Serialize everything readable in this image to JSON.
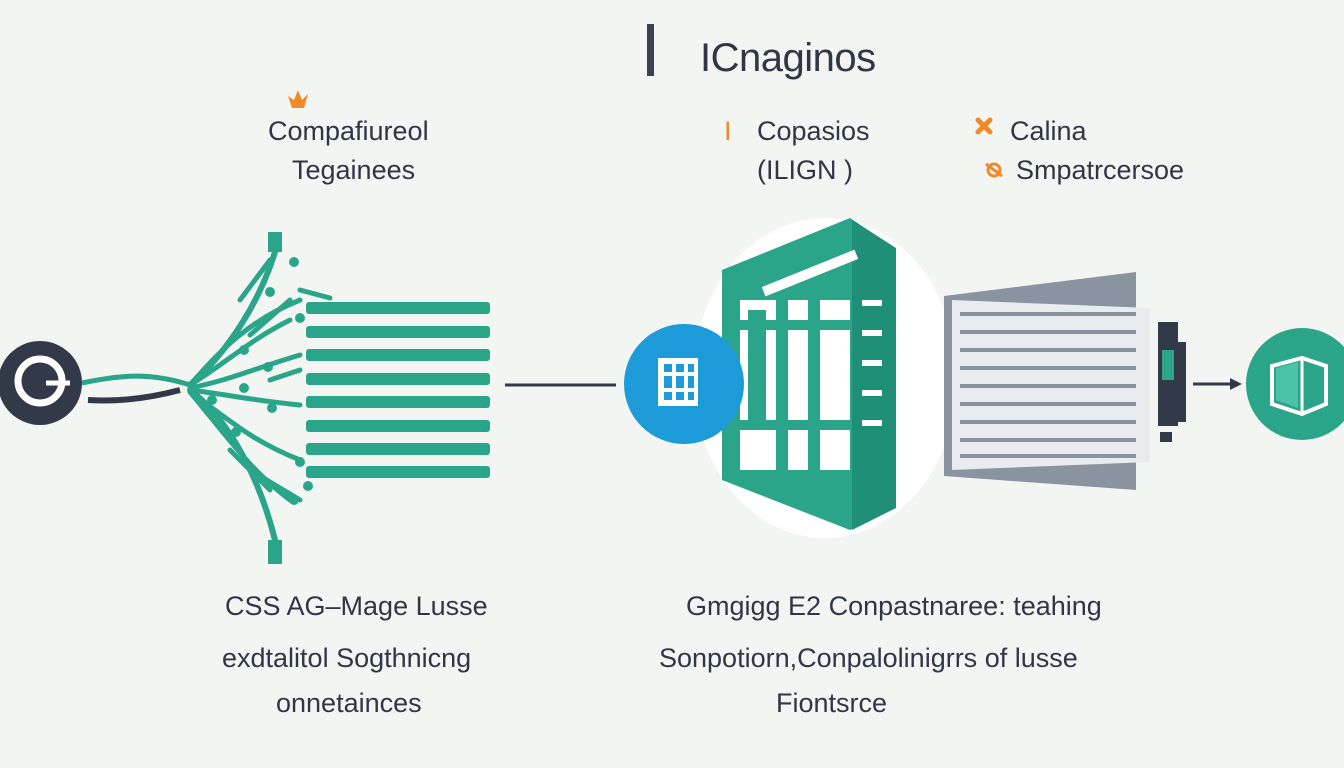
{
  "title": "ICnaginos",
  "labels": {
    "top_left_line1": "Compafiureol",
    "top_left_line2": "Tegainees",
    "top_mid_prefix": "I",
    "top_mid_line1": "Copasios",
    "top_mid_line2": "(ILIGN )",
    "top_right_line1": "Calina",
    "top_right_line2": "Smpatrcersoe",
    "bottom_left_line1": "CSS AG–Mage Lusse",
    "bottom_left_line2": "exdtalitol Sogthnicng",
    "bottom_left_line3": "onnetainces",
    "bottom_right_line1": "Gmgigg E2 Conpastnaree: teahing",
    "bottom_right_line2": "Sonpotiorn,Conpalolinigrrs of lusse",
    "bottom_right_line3": "Fiontsrce"
  },
  "icons": {
    "start": "power-circle-icon",
    "fanout": "branching-lines-icon",
    "server": "server-building-icon",
    "document": "document-stack-icon",
    "end": "box-circle-icon",
    "accent_top_left": "flame-icon",
    "accent_top_right": "gear-icon"
  },
  "colors": {
    "teal": "#2ba58a",
    "teal_dark": "#1f8f77",
    "blue": "#1c9bd8",
    "navy": "#323a4a",
    "gray": "#8a93a0",
    "orange": "#ef8a2a",
    "background": "#f3f5f3"
  }
}
